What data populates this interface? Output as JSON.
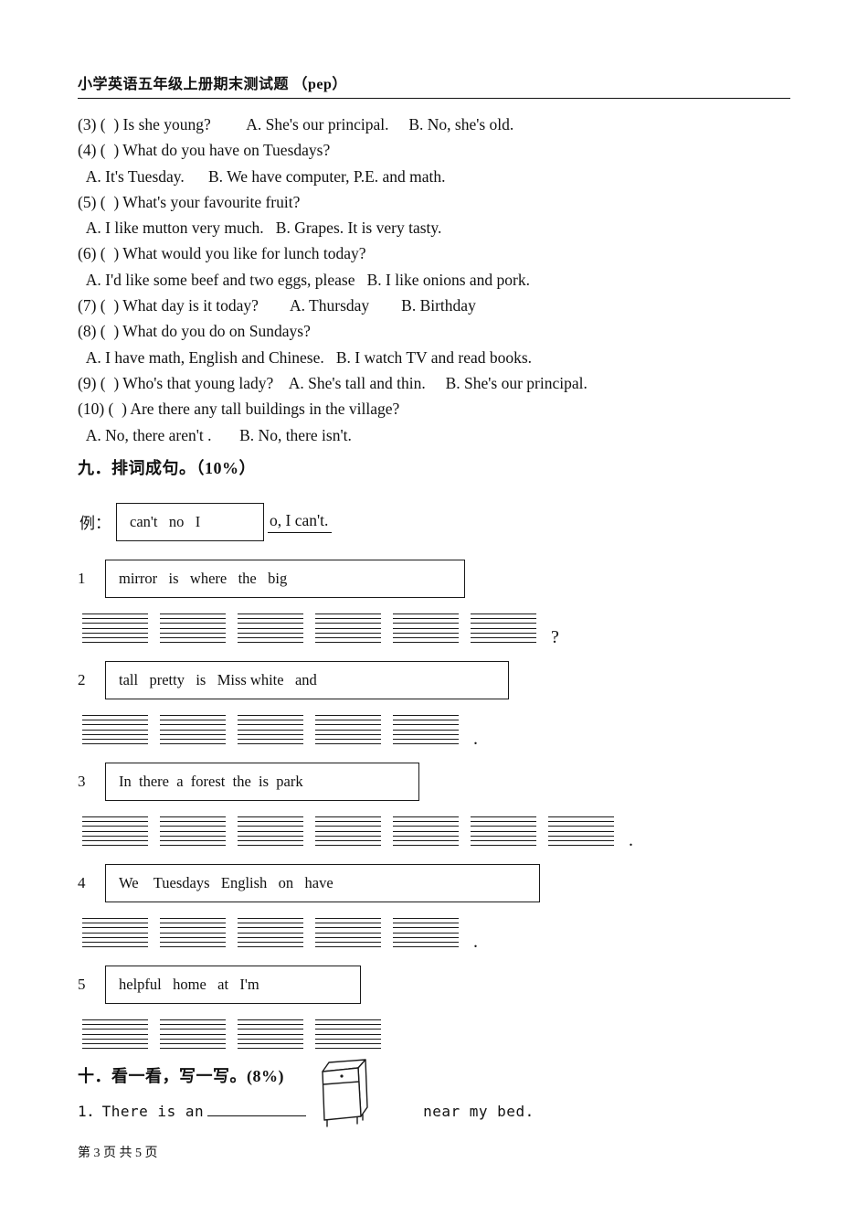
{
  "header": {
    "title": "小学英语五年级上册期末测试题 （pep）"
  },
  "questions": {
    "lines": [
      "(3) (  ) Is she young?         A. She's our principal.     B. No, she's old.",
      "(4) (  ) What do you have on Tuesdays?",
      "  A. It's Tuesday.      B. We have computer, P.E. and math.",
      "(5) (  ) What's your favourite fruit?",
      "  A. I like mutton very much.   B. Grapes. It is very tasty.",
      "(6) (  ) What would you like for lunch today?",
      "  A. I'd like some beef and two eggs, please   B. I like onions and pork.",
      "(7) (  ) What day is it today?        A. Thursday        B. Birthday",
      "(8) (  ) What do you do on Sundays?",
      "  A. I have math, English and Chinese.   B. I watch TV and read books.",
      "(9) (  ) Who's that young lady?    A. She's tall and thin.     B. She's our principal.",
      "(10) (  ) Are there any tall buildings in the village?",
      "  A. No, there aren't .       B. No, there isn't."
    ]
  },
  "section9": {
    "title": "九．排词成句。（10%）",
    "example": {
      "label": "例：",
      "words": "can't   no   I",
      "answer": "o, I can't."
    },
    "items": [
      {
        "num": "1",
        "words": "mirror   is   where   the   big",
        "blocks": 6,
        "end": "?"
      },
      {
        "num": "2",
        "words": "tall   pretty   is   Miss white   and",
        "blocks": 5,
        "end": "."
      },
      {
        "num": "3",
        "words": "In  there  a  forest  the  is  park",
        "blocks": 7,
        "end": "."
      },
      {
        "num": "4",
        "words": "We    Tuesdays   English   on   have",
        "blocks": 5,
        "end": "."
      },
      {
        "num": "5",
        "words": "helpful   home   at   I'm",
        "blocks": 4,
        "end": ""
      }
    ]
  },
  "section10": {
    "title": "十．看一看，写一写。(8%)",
    "line1_pre": "1．There is an",
    "line1_post": "near my bed.",
    "cabinet_icon": "nightstand-drawing"
  },
  "footer": {
    "page_info": "第 3 页 共 5 页"
  }
}
